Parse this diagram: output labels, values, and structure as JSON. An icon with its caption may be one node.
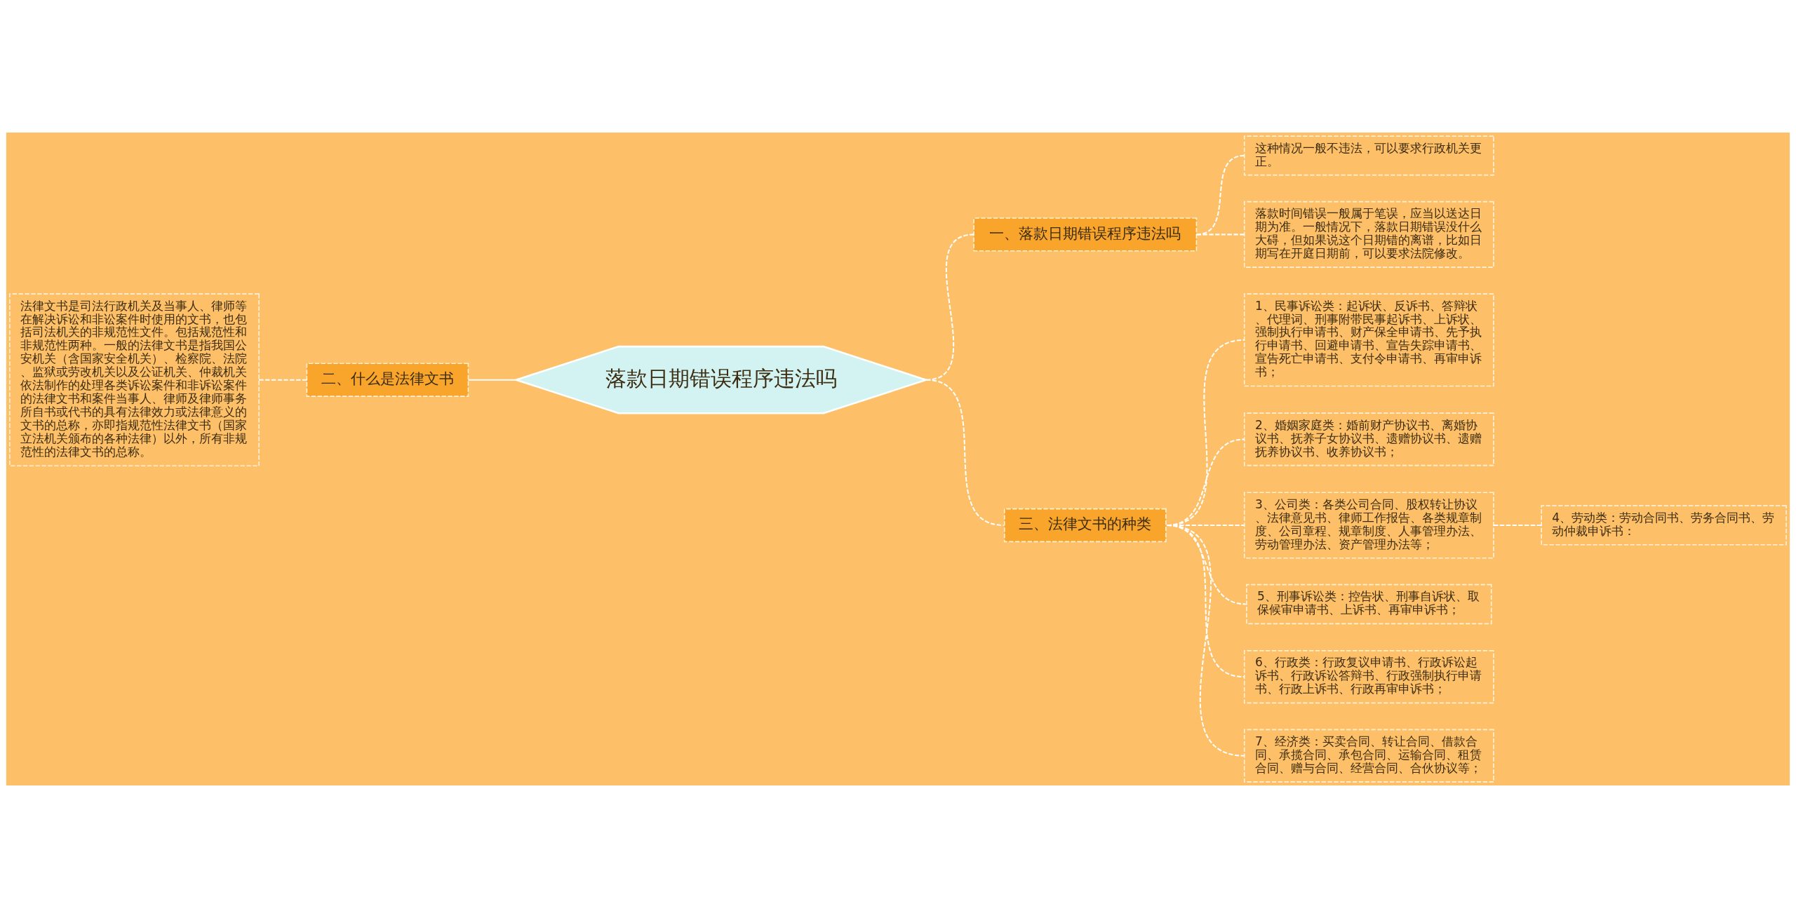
{
  "diagram": {
    "nodes": [
      {
        "text": [
          "落款日期错误程序违法吗"
        ]
      },
      {
        "text": [
          "一、落款日期错误程序违法吗"
        ]
      },
      {
        "text": [
          "这种情况一般不违法，可以要求行政机关更正。"
        ]
      },
      {
        "text": [
          "落款时间错误一般属于笔误，应当以送达日期为准。一般情况下，落款日期错误没什么大碍，但如果说这个日期错的离谱，比如日期写在开庭日期前，可以要求法院修改。"
        ]
      },
      {
        "text": [
          "二、什么是法律文书"
        ]
      },
      {
        "text": [
          "法律文书是司法行政机关及当事人、律师等在解决诉讼和非讼案件时使用的文书，也包括司法机关的非规范性文件。包括规范性和非规范性两种。一般的法律文书是指我国公安机关（含国家安全机关）、检察院、法院、监狱或劳改机关以及公证机关、仲裁机关依法制作的处理各类诉讼案件和非诉讼案件的法律文书和案件当事人、律师及律师事务所自书或代书的具有法律效力或法律意义的文书的总称，亦即指规范性法律文书（国家立法机关颁布的各种法律）以外，所有非规范性的法律文书的总称。"
        ]
      },
      {
        "text": [
          "三、法律文书的种类"
        ]
      },
      {
        "text": [
          "1、民事诉讼类：起诉状、反诉书、答辩状、代理词、刑事附带民事起诉书、上诉状、强制执行申请书、财产保全申请书、先予执行申请书、回避申请书、宣告失踪申请书、宣告死亡申请书、支付令申请书、再审申诉书；"
        ]
      },
      {
        "text": [
          "2、婚姻家庭类：婚前财产协议书、离婚协议书、抚养子女协议书、遗赠协议书、遗赠抚养协议书、收养协议书；"
        ]
      },
      {
        "text": [
          "3、公司类：各类公司合同、股权转让协议、法律意见书、律师工作报告、各类规章制度、公司章程、规章制度、人事管理办法、劳动管理办法、资产管理办法等；"
        ]
      },
      {
        "text": [
          "4、劳动类：劳动合同书、劳务合同书、劳动仲裁申诉书："
        ]
      },
      {
        "text": [
          "5、刑事诉讼类：控告状、刑事自诉状、取保候审申请书、上诉书、再审申诉书；"
        ]
      },
      {
        "text": [
          "6、行政类：行政复议申请书、行政诉讼起诉书、行政诉讼答辩书、行政强制执行申请书、行政上诉书、行政再审申诉书；"
        ]
      },
      {
        "text": [
          "7、经济类：买卖合同、转让合同、借款合同、承揽合同、承包合同、运输合同、租赁合同、赠与合同、经营合同、合伙协议等；"
        ]
      }
    ],
    "edges": [
      {
        "from": 0,
        "to": 1,
        "arrow": "none",
        "style": "dashed"
      },
      {
        "from": 1,
        "to": 2,
        "arrow": "none",
        "style": "dashed"
      },
      {
        "from": 1,
        "to": 3,
        "arrow": "none",
        "style": "dashed"
      },
      {
        "from": 4,
        "to": 0,
        "arrow": "none"
      },
      {
        "from": 5,
        "to": 4,
        "arrow": "none",
        "style": "dashed"
      },
      {
        "from": 0,
        "to": 6,
        "arrow": "none",
        "style": "dashed"
      },
      {
        "from": 6,
        "to": 7,
        "arrow": "none",
        "style": "dashed"
      },
      {
        "from": 6,
        "to": 8,
        "arrow": "none",
        "style": "dashed"
      },
      {
        "from": 6,
        "to": 9,
        "arrow": "none",
        "style": "dashed"
      },
      {
        "from": 9,
        "to": 10,
        "arrow": "none",
        "style": "dashed"
      },
      {
        "from": 6,
        "to": 11,
        "arrow": "none",
        "style": "dashed"
      },
      {
        "from": 6,
        "to": 12,
        "arrow": "none",
        "style": "dashed"
      },
      {
        "from": 6,
        "to": 13,
        "arrow": "none",
        "style": "dashed"
      }
    ]
  }
}
